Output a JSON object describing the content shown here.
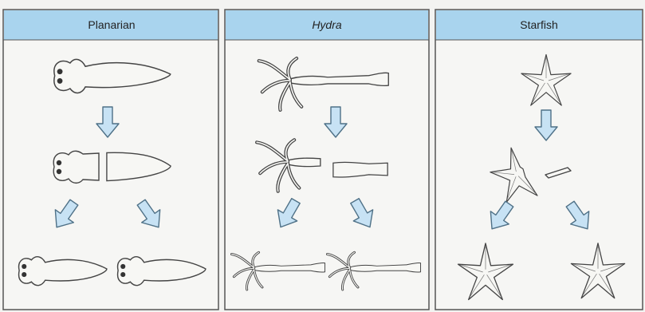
{
  "panels": [
    {
      "title": "Planarian",
      "italic": false
    },
    {
      "title": "Hydra",
      "italic": true
    },
    {
      "title": "Starfish",
      "italic": false
    }
  ],
  "colors": {
    "header": "#a9d4ee",
    "arrow": "#c7e2f4",
    "arrow_stroke": "#4f7187",
    "outline": "#444444",
    "frame": "#555555",
    "organism_fill": "#f7f7f4",
    "background": "#f3f3f1"
  }
}
